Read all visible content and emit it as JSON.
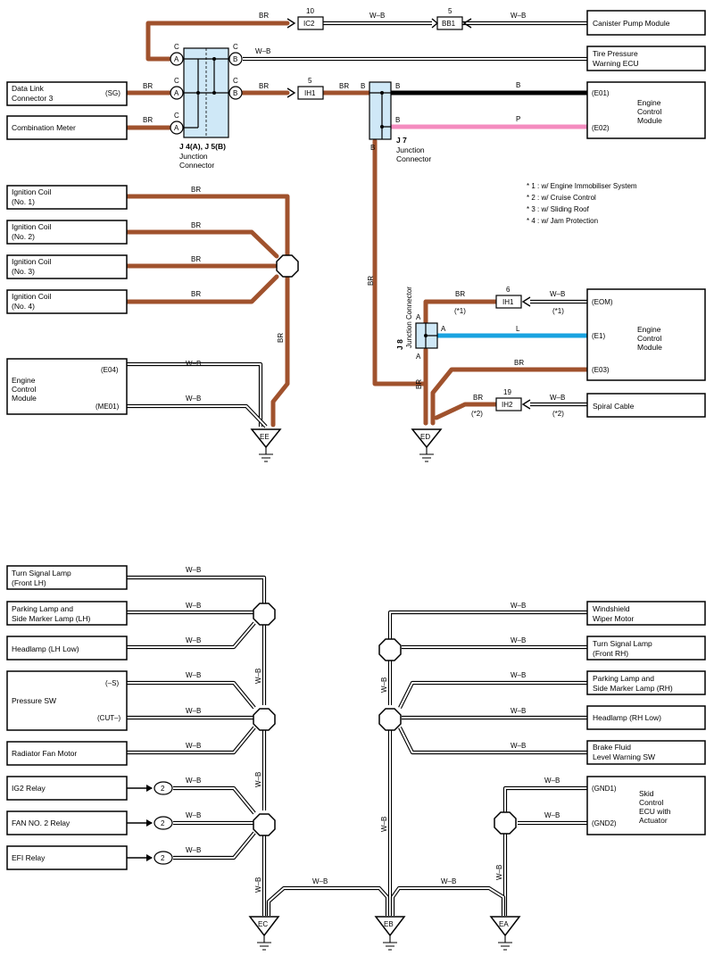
{
  "components": {
    "canister": "Canister Pump Module",
    "tpms": [
      "Tire Pressure",
      "Warning ECU"
    ],
    "dlc3": [
      "Data Link",
      "Connector 3"
    ],
    "combo": "Combination Meter",
    "ecm": [
      "Engine",
      "Control",
      "Module"
    ],
    "ig1": [
      "Ignition Coil",
      "(No. 1)"
    ],
    "ig2": [
      "Ignition Coil",
      "(No. 2)"
    ],
    "ig3": [
      "Ignition Coil",
      "(No. 3)"
    ],
    "ig4": [
      "Ignition Coil",
      "(No. 4)"
    ],
    "spiral": "Spiral Cable",
    "turn_lh": [
      "Turn Signal Lamp",
      "(Front LH)"
    ],
    "park_lh": [
      "Parking Lamp and",
      "Side Marker Lamp (LH)"
    ],
    "head_lh": "Headlamp (LH Low)",
    "pressure": "Pressure SW",
    "radfan": "Radiator Fan Motor",
    "ig2relay": "IG2 Relay",
    "fan2relay": "FAN NO. 2 Relay",
    "efirelay": "EFI Relay",
    "wiper": [
      "Windshield",
      "Wiper Motor"
    ],
    "turn_rh": [
      "Turn Signal Lamp",
      "(Front RH)"
    ],
    "park_rh": [
      "Parking Lamp and",
      "Side Marker Lamp (RH)"
    ],
    "head_rh": "Headlamp (RH Low)",
    "brake": [
      "Brake Fluid",
      "Level Warning SW"
    ],
    "skid": [
      "Skid",
      "Control",
      "ECU with",
      "Actuator"
    ]
  },
  "pins": {
    "sg": "(SG)",
    "e01": "(E01)",
    "e02": "(E02)",
    "eom": "(EOM)",
    "e1": "(E1)",
    "e03": "(E03)",
    "e04": "(E04)",
    "me01": "(ME01)",
    "s_minus": "(–S)",
    "cut_minus": "(CUT–)",
    "gnd1": "(GND1)",
    "gnd2": "(GND2)"
  },
  "wires": {
    "br": "BR",
    "wb": "W–B",
    "b": "B",
    "p": "P",
    "l": "L"
  },
  "connectors": {
    "ic2": "IC2",
    "ic2_num": "10",
    "bb1": "BB1",
    "bb1_num": "5",
    "ih1": "IH1",
    "ih1_num": "5",
    "ih1b": "IH1",
    "ih1b_num": "6",
    "ih2": "IH2",
    "ih2_num": "19",
    "relay_pin": "2",
    "pin_a": "A",
    "pin_b": "B",
    "pin_c": "C"
  },
  "junctions": {
    "j4j5": "J 4(A), J 5(B)",
    "j7": "J 7",
    "j8": "J 8",
    "jc_label": [
      "Junction",
      "Connector"
    ],
    "jc_vertical": "Junction Connector"
  },
  "grounds": {
    "ee": "EE",
    "ed": "ED",
    "ec": "EC",
    "eb": "EB",
    "ea": "EA"
  },
  "notes": {
    "n1": "* 1 : w/ Engine Immobiliser System",
    "n2": "* 2 : w/ Cruise Control",
    "n3": "* 3 : w/ Sliding Roof",
    "n4": "* 4 : w/ Jam Protection",
    "m1": "(*1)",
    "m2": "(*2)"
  },
  "colors": {
    "brown": "#a0522d",
    "black": "#000000",
    "pink": "#f48cbf",
    "blue": "#1aa3e0",
    "junction_fill": "#cfe8f7"
  }
}
